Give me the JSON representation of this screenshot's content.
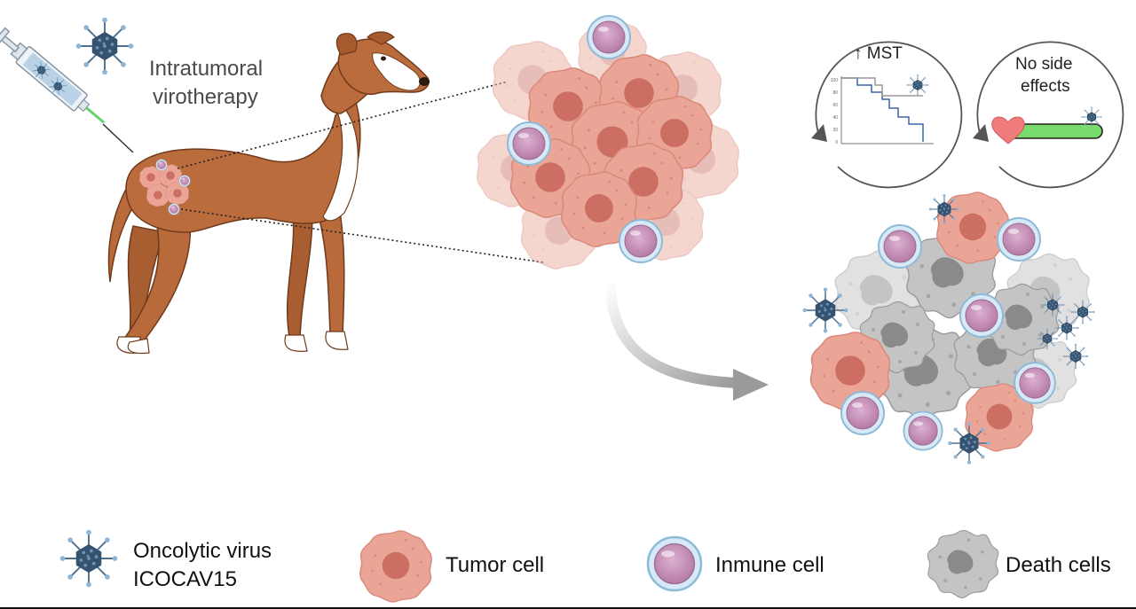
{
  "title": {
    "line1": "Intratumoral",
    "line2": "virotherapy"
  },
  "panels": {
    "mst": {
      "label": "↑ MST",
      "y_ticks": [
        "100",
        "80",
        "60",
        "40",
        "20",
        "0"
      ]
    },
    "side_effects": {
      "line1": "No side",
      "line2": "effects"
    }
  },
  "legend": {
    "virus_line1": "Oncolytic virus",
    "virus_line2": "ICOCAV15",
    "tumor": "Tumor cell",
    "immune": "Inmune cell",
    "death": "Death cells"
  },
  "colors": {
    "tumor": "#e9a294",
    "tumor_nucleus": "#c96a5e",
    "immune_ring": "#a9cde6",
    "immune_core": "#c48fb5",
    "death": "#bdbdbd",
    "virus": "#3c5a78",
    "dog": "#b96a3a",
    "health_bar": "#77dc6c",
    "heart": "#ef7b7b"
  }
}
